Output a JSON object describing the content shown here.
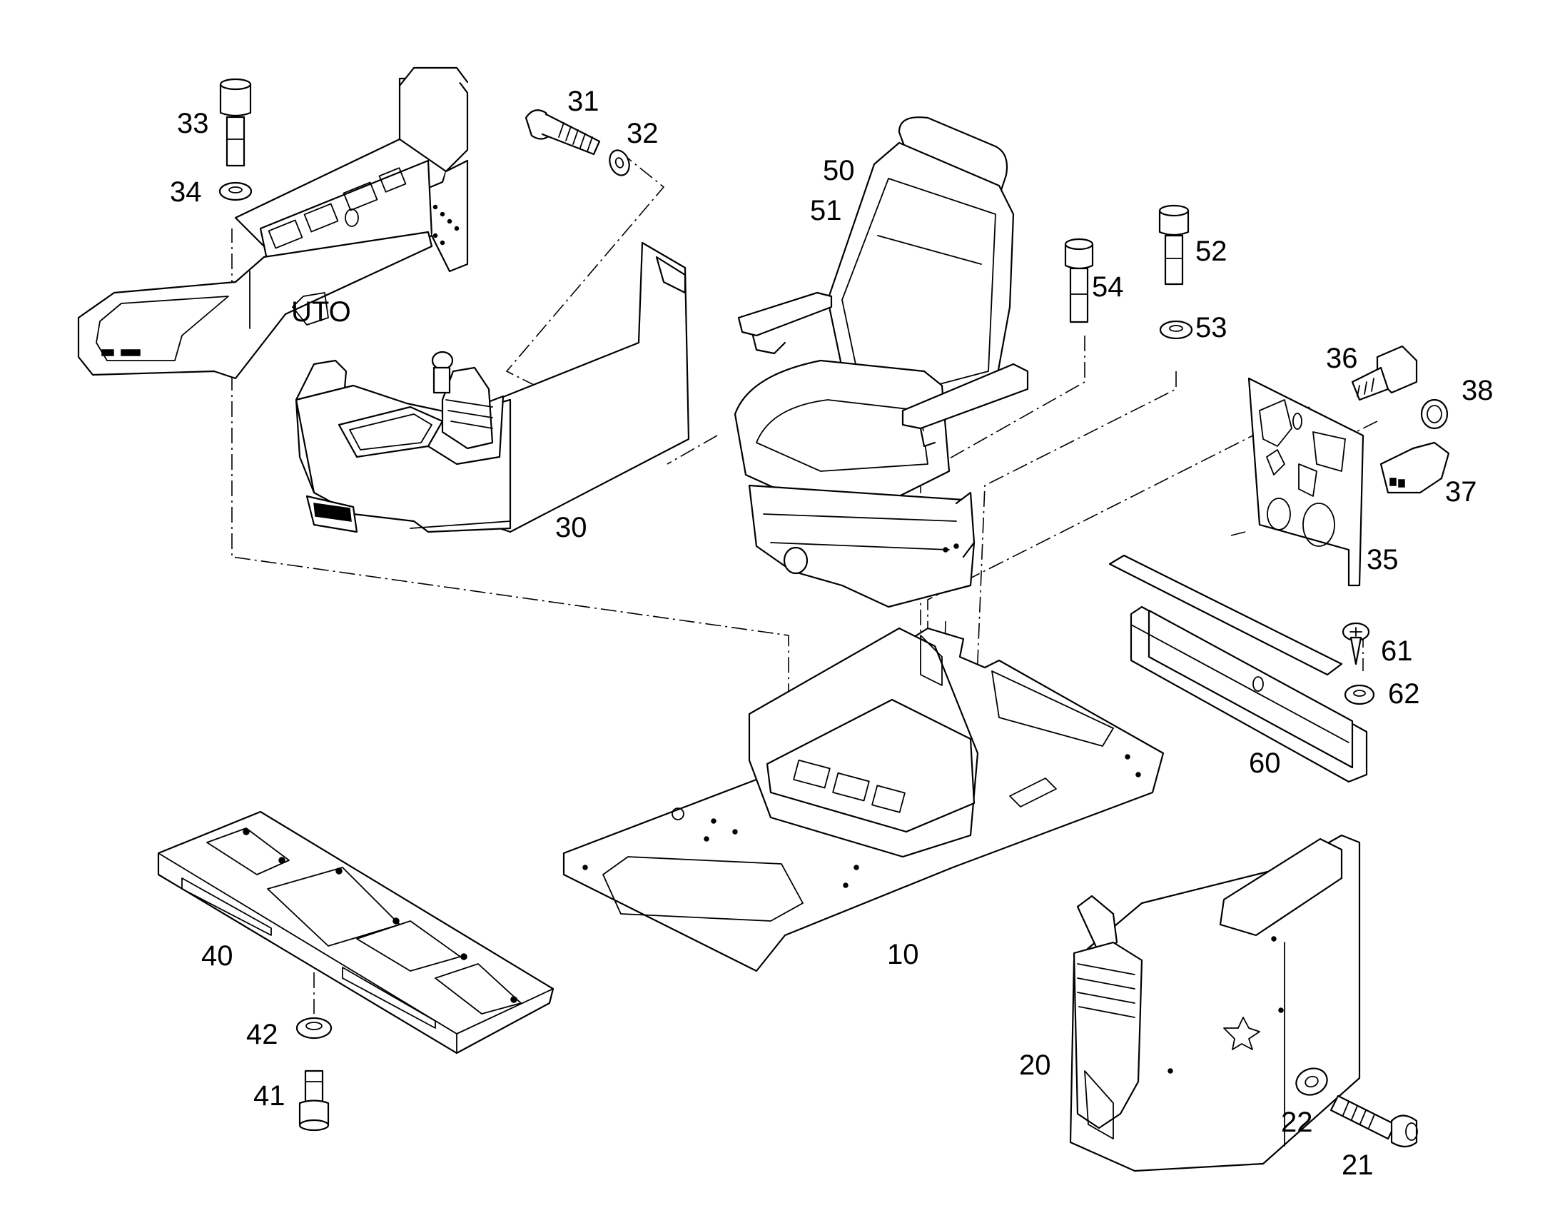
{
  "callouts": {
    "c10": "10",
    "c20": "20",
    "c21": "21",
    "c22": "22",
    "c30": "30",
    "c31": "31",
    "c32": "32",
    "c33": "33",
    "c34": "34",
    "c35": "35",
    "c36": "36",
    "c37": "37",
    "c38": "38",
    "c40": "40",
    "c41": "41",
    "c42": "42",
    "c50": "50",
    "c51": "51",
    "c52": "52",
    "c53": "53",
    "c54": "54",
    "c60": "60",
    "c61": "61",
    "c62": "62"
  }
}
